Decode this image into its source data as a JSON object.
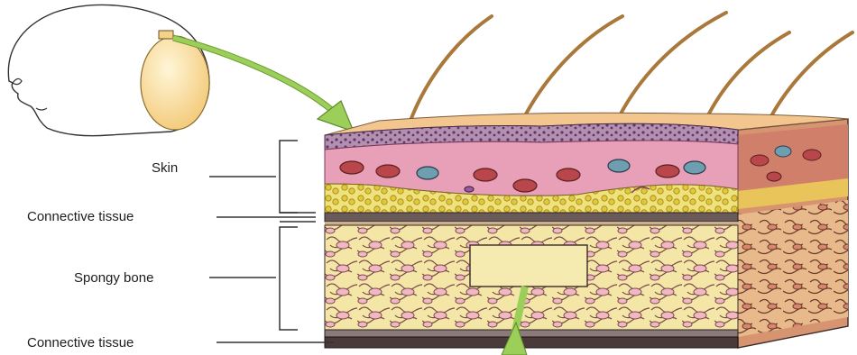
{
  "labels": {
    "skin": "Skin",
    "connective_tissue_top": "Connective tissue",
    "spongy_bone": "Spongy bone",
    "connective_tissue_bottom": "Connective tissue"
  },
  "colors": {
    "skin_surface": "#f3c68f",
    "skin_dermis": "#e8a0b8",
    "fat_layer": "#e9d34a",
    "bone_matrix": "#f3e6a6",
    "bone_spaces": "#f1b8c4",
    "arrow": "#9ccf5a",
    "hair": "#a9783a"
  }
}
